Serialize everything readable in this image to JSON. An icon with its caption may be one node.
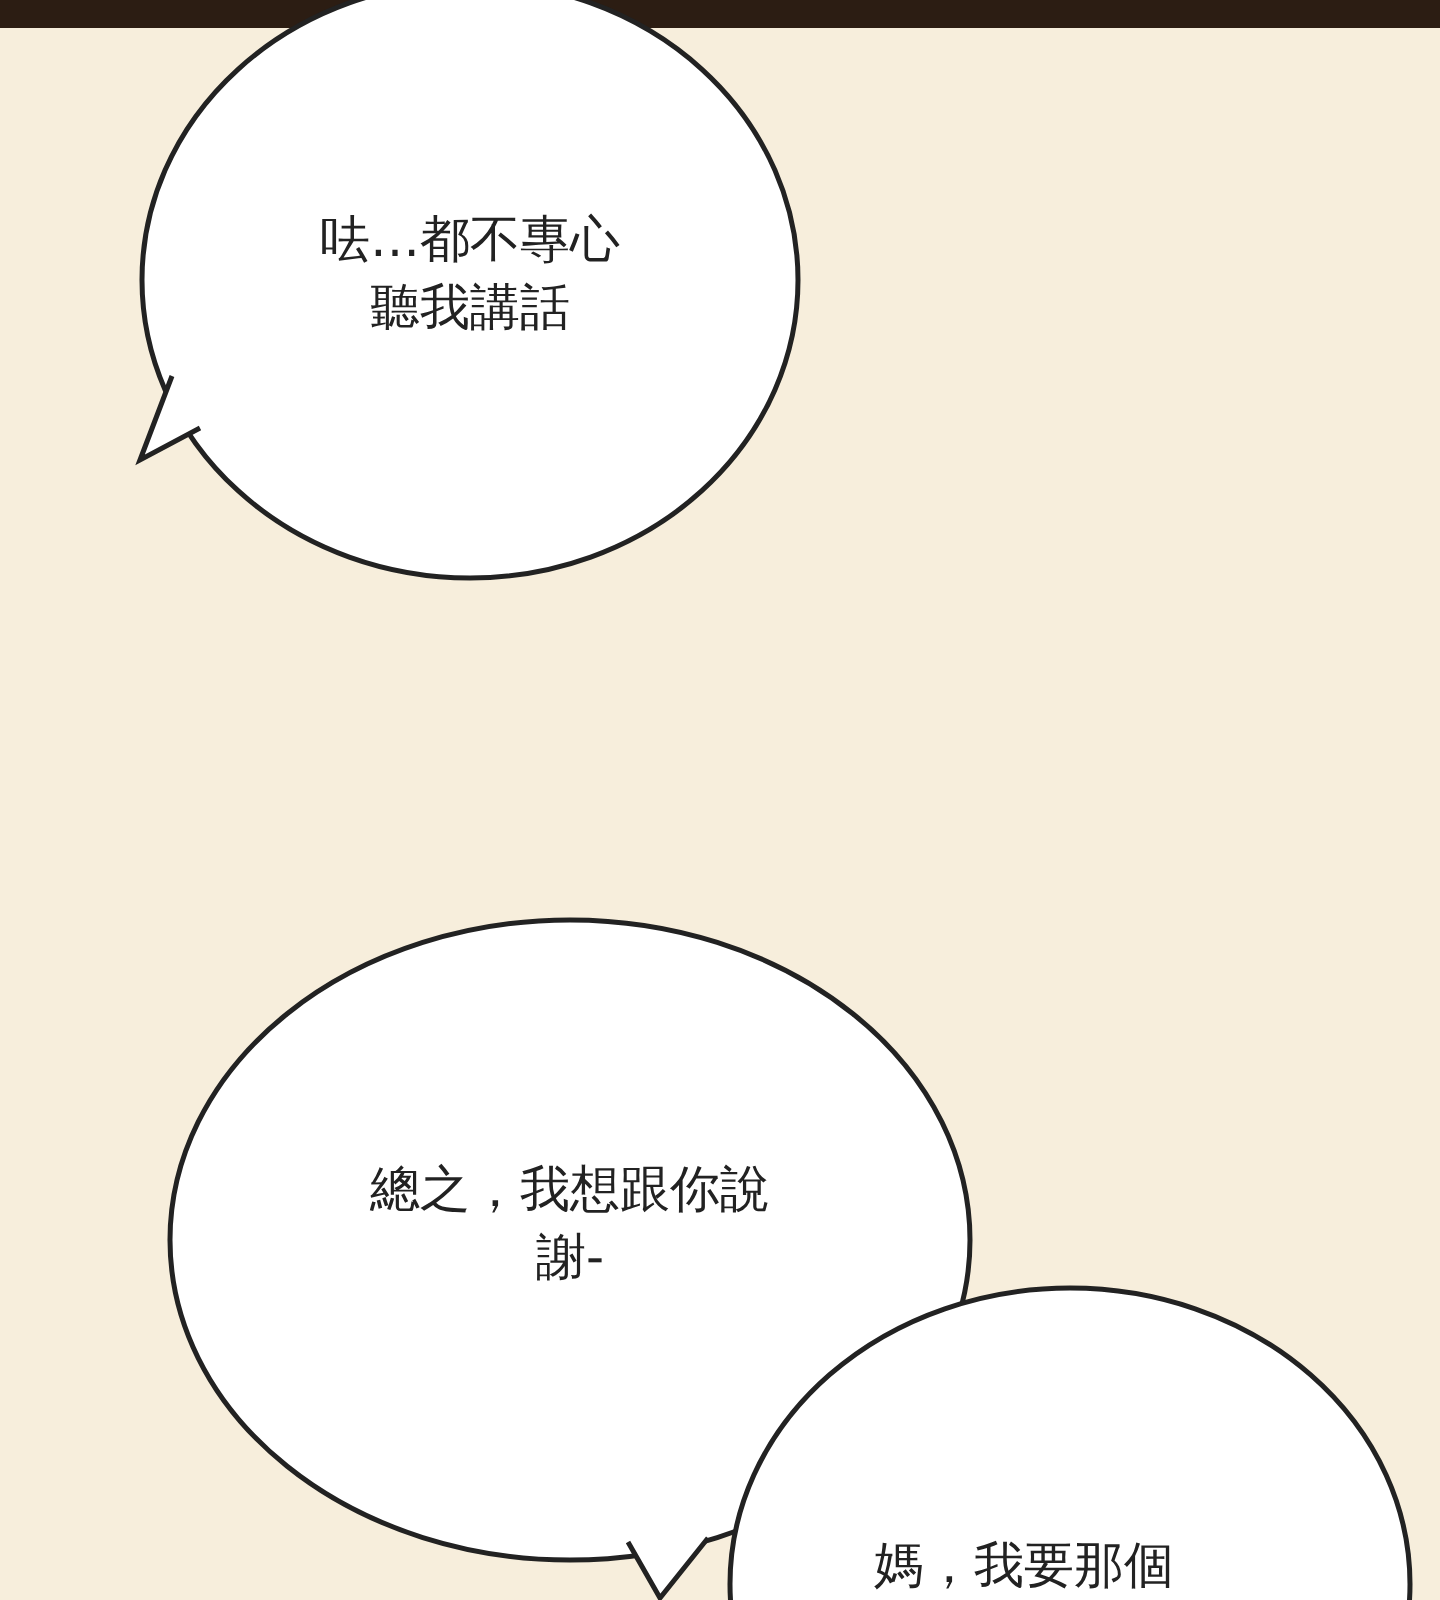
{
  "diagram": {
    "nodes": [
      {
        "text": [
          "呿…都不專心聽我講話"
        ]
      },
      {
        "text": [
          "總之，我想跟你說謝-"
        ]
      },
      {
        "text": [
          "媽，我要那個"
        ]
      }
    ]
  }
}
